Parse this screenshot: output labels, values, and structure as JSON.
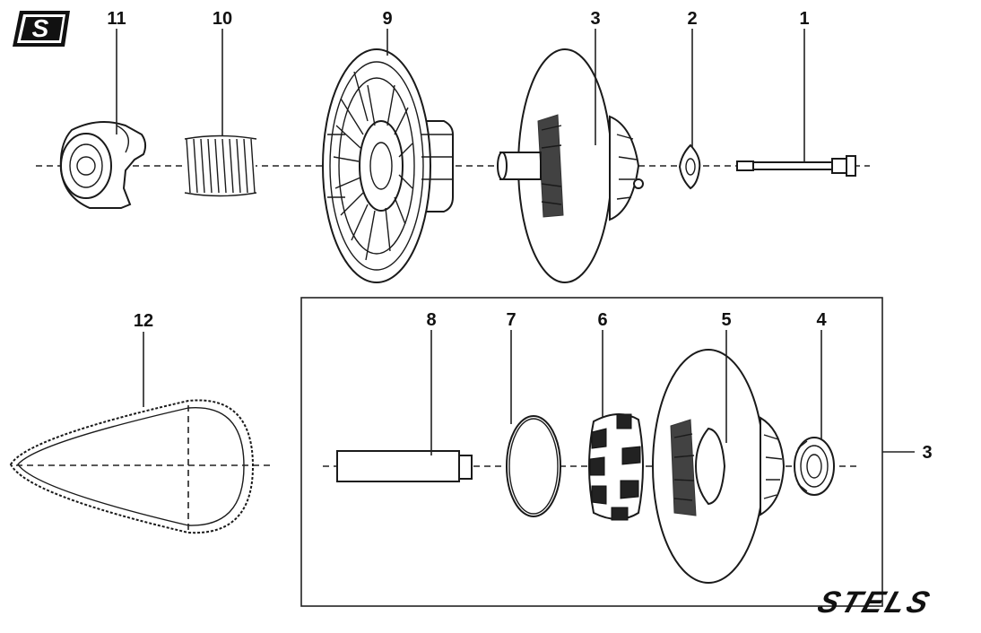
{
  "brand": {
    "logo_letter": "S",
    "wordmark": "STELS"
  },
  "callouts": {
    "p1": "1",
    "p2": "2",
    "p3_top": "3",
    "p3_group": "3",
    "p4": "4",
    "p5": "5",
    "p6": "6",
    "p7": "7",
    "p8": "8",
    "p9": "9",
    "p10": "10",
    "p11": "11",
    "p12": "12"
  }
}
